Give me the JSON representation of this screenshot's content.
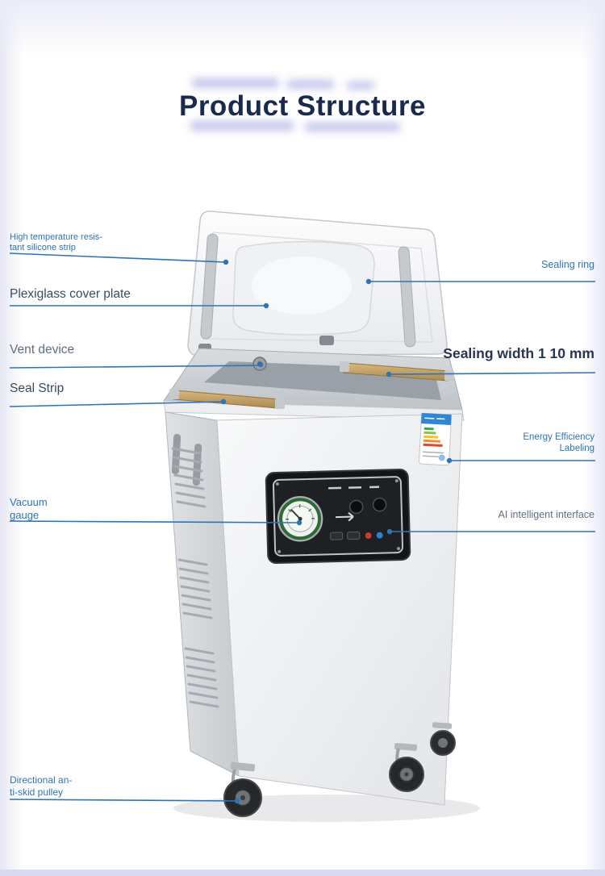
{
  "title": "Product Structure",
  "callouts": {
    "silicone_strip": "High temperature resis-\ntant silicone strip",
    "plexiglass_cover": "Plexiglass cover plate",
    "vent_device": "Vent device",
    "seal_strip": "Seal Strip",
    "vacuum_gauge": "Vacuum\ngauge",
    "pulley": "Directional an-\nti-skid pulley",
    "sealing_ring": "Sealing ring",
    "sealing_width": "Sealing width 1 10 mm",
    "energy_label": "Energy Efficiency\nLabeling",
    "ai_interface": "AI intelligent interface"
  },
  "colors": {
    "callout_blue": "#2e74b5",
    "title_navy": "#1a2a4d",
    "background_lavender": "#e7e7f5",
    "seal_bar_tan": "#c8a96e",
    "energy_label_blue": "#2f86d6"
  }
}
